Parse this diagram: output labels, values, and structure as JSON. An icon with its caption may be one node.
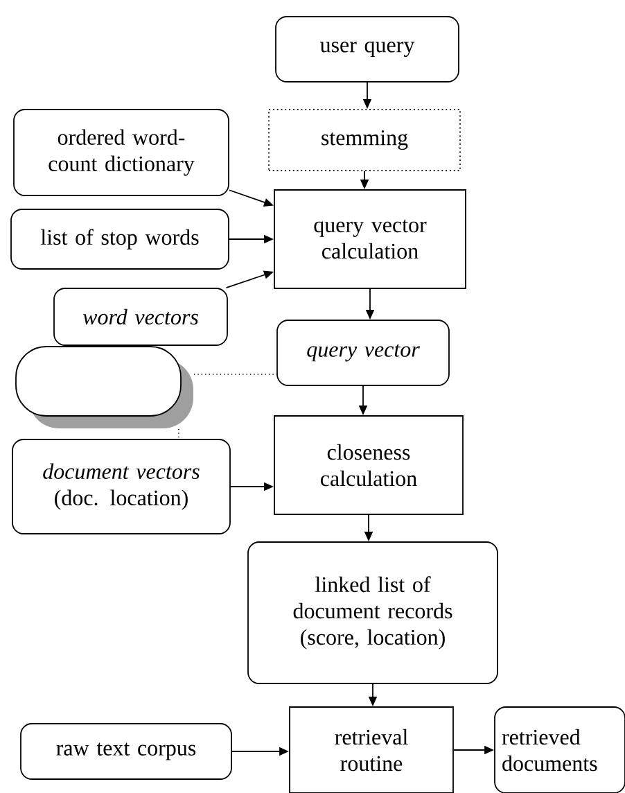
{
  "diagram": {
    "nodes": [
      {
        "text": [
          "user query"
        ]
      },
      {
        "text": [
          "stemming"
        ]
      },
      {
        "text": [
          "ordered word-count dictionary"
        ]
      },
      {
        "text": [
          "query vector calculation"
        ]
      },
      {
        "text": [
          "list of stop words"
        ]
      },
      {
        "text": [
          "word vectors"
        ]
      },
      {
        "text": [
          "query vector"
        ]
      },
      {
        "text": [],
        "shape": "box"
      },
      {
        "text": [
          "document vectors",
          "(doc. location)"
        ]
      },
      {
        "text": [
          "closeness calculation"
        ]
      },
      {
        "text": [
          "linked list of document records (score, location)"
        ]
      },
      {
        "text": [
          "raw text corpus"
        ]
      },
      {
        "text": [
          "retrieval routine"
        ]
      },
      {
        "text": [
          "retrieved documents"
        ]
      }
    ],
    "edges": [
      {
        "from": 0,
        "to": 1,
        "arrow": "to"
      },
      {
        "from": 1,
        "to": 3,
        "arrow": "to"
      },
      {
        "from": 2,
        "to": 3,
        "arrow": "to"
      },
      {
        "from": 4,
        "to": 3,
        "arrow": "to"
      },
      {
        "from": 5,
        "to": 3,
        "arrow": "to"
      },
      {
        "from": 3,
        "to": 6,
        "arrow": "to"
      },
      {
        "from": 7,
        "to": 6,
        "arrow": "none",
        "style": "dashed"
      },
      {
        "from": 7,
        "to": 8,
        "arrow": "none",
        "style": "dashed"
      },
      {
        "from": 6,
        "to": 9,
        "arrow": "to"
      },
      {
        "from": 8,
        "to": 9,
        "arrow": "to"
      },
      {
        "from": 9,
        "to": 10,
        "arrow": "to"
      },
      {
        "from": 10,
        "to": 12,
        "arrow": "to"
      },
      {
        "from": 11,
        "to": 12,
        "arrow": "to"
      },
      {
        "from": 12,
        "to": 13,
        "arrow": "to"
      }
    ]
  }
}
